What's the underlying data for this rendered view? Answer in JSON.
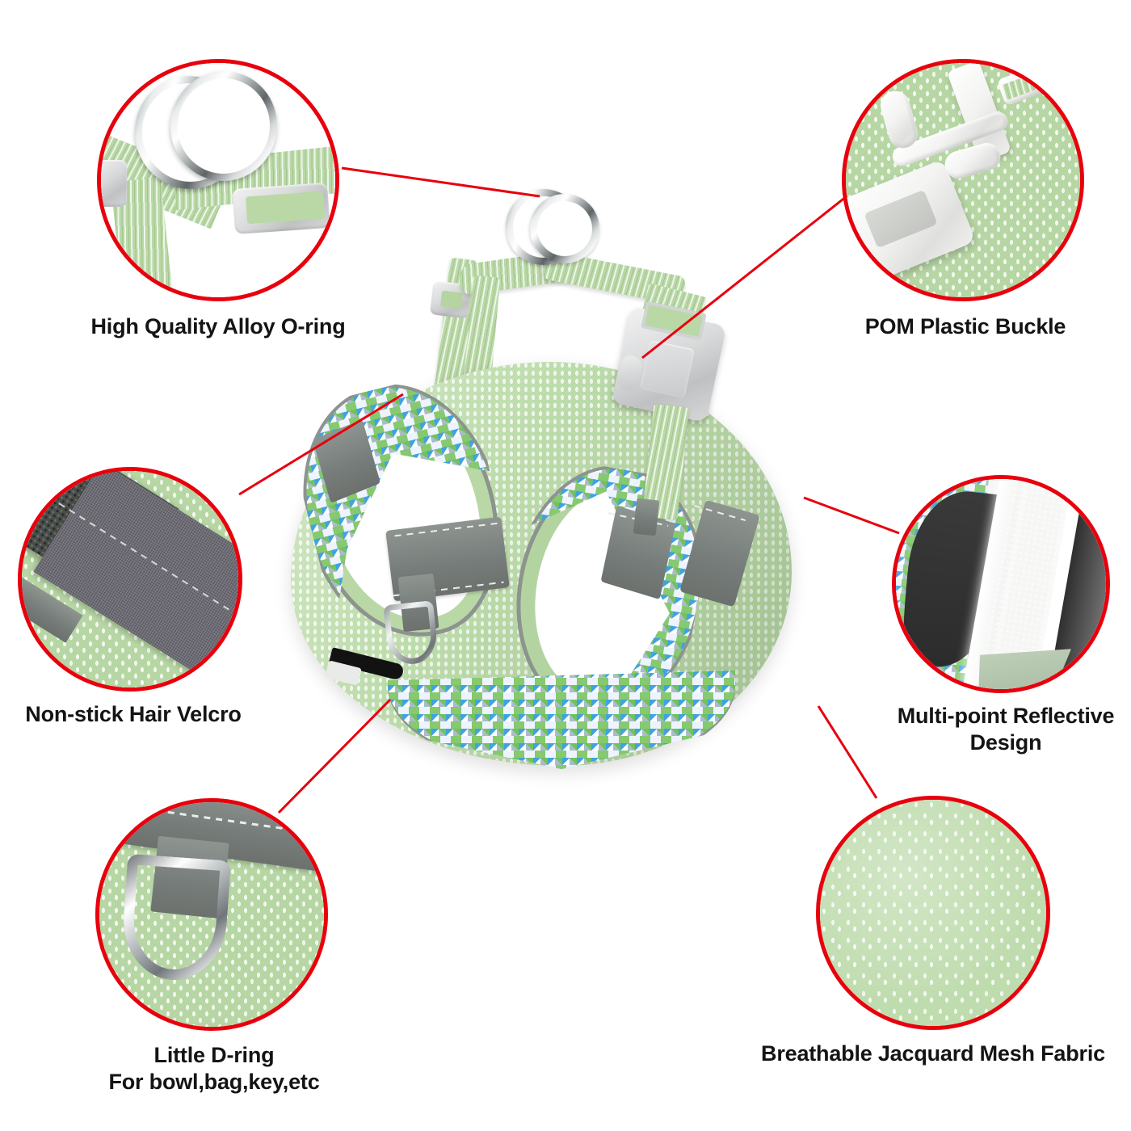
{
  "page": {
    "title": "Pet Harness Feature Infographic",
    "background_color": "#ffffff",
    "accent_color": "#e8000d",
    "text_color": "#141414",
    "product_colors": {
      "mesh_green": "#b6d6a3",
      "pale_green": "#cfe6c2",
      "webbing_green": "#b9d8a6",
      "reflective_grey": "#7d8380",
      "buckle_grey": "#d2d3d4",
      "buckle_white": "#f4f4f3",
      "metal_silver": "#b9bdbe",
      "velcro_dark": "#4a4f4c",
      "trim_blue": "#3fa3e0",
      "trim_green": "#72c15c",
      "trim_white": "#ffffff",
      "trim_grey": "#a9bcc9"
    }
  },
  "product": {
    "name": "green-mesh-dog-harness",
    "description": "Mint green breathable mesh step-in dog harness with patterned binding trim, grey reflective patches, plastic side-release buckle, alloy O-rings and a small D-ring"
  },
  "callouts": [
    {
      "id": "alloy-o-ring",
      "label": "High Quality Alloy O-ring",
      "detail": "two-stacked-silver-o-rings-on-green-webbing",
      "position": "top-left"
    },
    {
      "id": "pom-plastic-buckle",
      "label": "POM Plastic Buckle",
      "detail": "white-plastic-side-release-buckle-on-green-mesh",
      "position": "top-right"
    },
    {
      "id": "non-stick-hair-velcro",
      "label": "Non-stick Hair Velcro",
      "detail": "dark-grey-hook-and-loop-velcro-strip-on-green-fabric",
      "position": "middle-left"
    },
    {
      "id": "multi-point-reflective",
      "label": "Multi-point Reflective\nDesign",
      "detail": "reflective-strips-glowing-white-in-the-dark",
      "position": "middle-right"
    },
    {
      "id": "little-d-ring",
      "label": "Little D-ring\nFor bowl,bag,key,etc",
      "detail": "small-silver-d-ring-on-grey-tab-over-green-mesh",
      "position": "bottom-left"
    },
    {
      "id": "breathable-jacquard-mesh",
      "label": "Breathable Jacquard Mesh Fabric",
      "detail": "close-up-of-light-green-jacquard-mesh-weave",
      "position": "bottom-right"
    }
  ]
}
